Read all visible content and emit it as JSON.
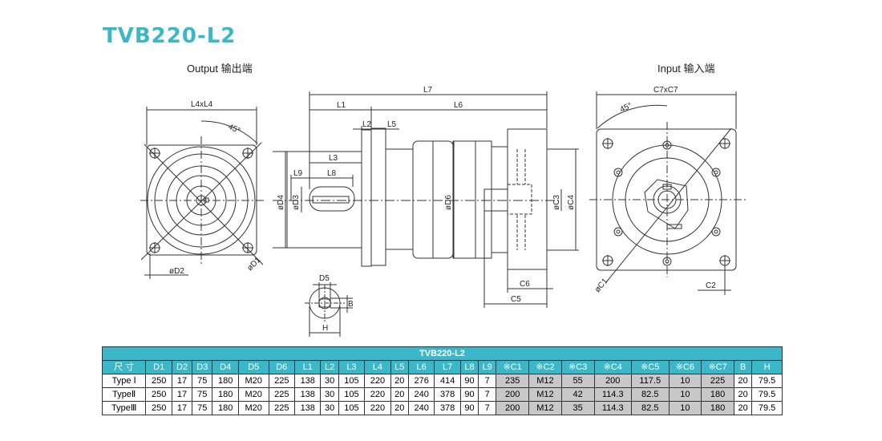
{
  "title": "TVB220-L2",
  "views": {
    "output_label": "Output  输出端",
    "input_label": "Input  输入端"
  },
  "dims": {
    "L4xL4": "L4xL4",
    "angle_out": "45°",
    "angle_in": "45°",
    "D1": "øD1",
    "D2": "øD2",
    "L7": "L7",
    "L1": "L1",
    "L6": "L6",
    "L2": "L2",
    "L5": "L5",
    "L3": "L3",
    "L9": "L9",
    "L8": "L8",
    "D4": "øD4",
    "D3": "øD3",
    "D6": "øD6",
    "C3": "øC3",
    "C4": "øC4",
    "C6": "C6",
    "C5": "C5",
    "C7xC7": "C7xC7",
    "C1": "øC1",
    "C2": "C2",
    "D5": "D5",
    "B": "B",
    "H": "H"
  },
  "colors": {
    "accent": "#3ab7c9",
    "gray_cell": "#c8c8c8"
  },
  "table": {
    "caption": "TVB220-L2",
    "headers": [
      "尺 寸",
      "D1",
      "D2",
      "D3",
      "D4",
      "D5",
      "D6",
      "L1",
      "L2",
      "L3",
      "L4",
      "L5",
      "L6",
      "L7",
      "L8",
      "L9",
      "※C1",
      "※C2",
      "※C3",
      "※C4",
      "※C5",
      "※C6",
      "※C7",
      "B",
      "H"
    ],
    "rows": [
      [
        "Type Ⅰ",
        "250",
        "17",
        "75",
        "180",
        "M20",
        "225",
        "138",
        "30",
        "105",
        "220",
        "20",
        "276",
        "414",
        "90",
        "7",
        "235",
        "M12",
        "55",
        "200",
        "117.5",
        "10",
        "225",
        "20",
        "79.5"
      ],
      [
        "TypeⅡ",
        "250",
        "17",
        "75",
        "180",
        "M20",
        "225",
        "138",
        "30",
        "105",
        "220",
        "20",
        "240",
        "378",
        "90",
        "7",
        "200",
        "M12",
        "42",
        "114.3",
        "82.5",
        "10",
        "180",
        "20",
        "79.5"
      ],
      [
        "TypeⅢ",
        "250",
        "17",
        "75",
        "180",
        "M20",
        "225",
        "138",
        "30",
        "105",
        "220",
        "20",
        "240",
        "378",
        "90",
        "7",
        "200",
        "M12",
        "35",
        "114.3",
        "82.5",
        "10",
        "180",
        "20",
        "79.5"
      ]
    ]
  }
}
